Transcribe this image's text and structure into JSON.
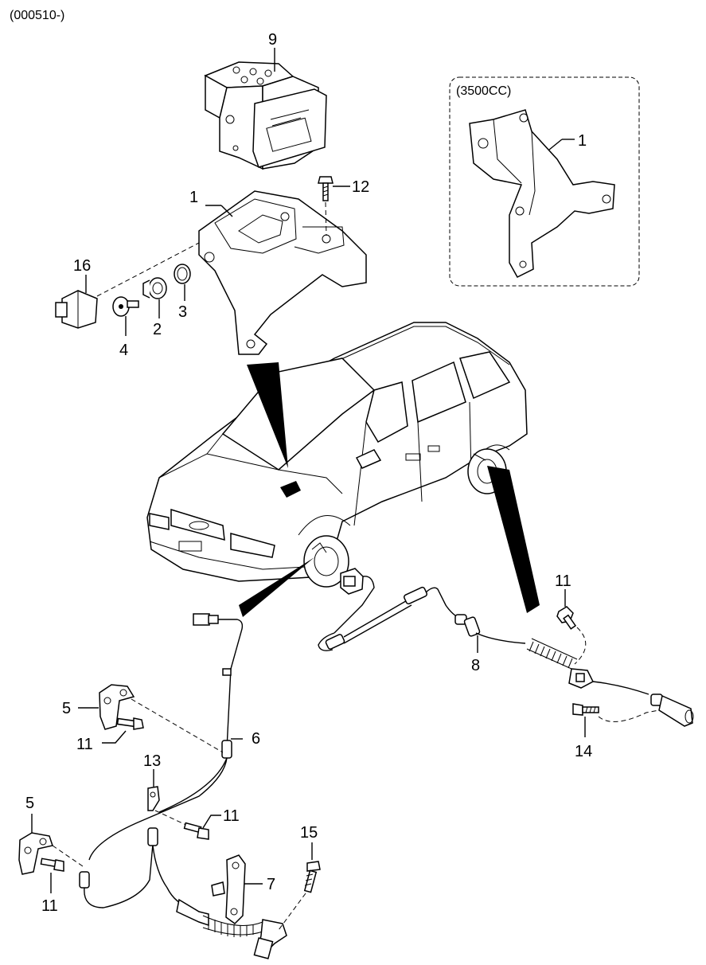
{
  "header": {
    "date_code": "(000510-)"
  },
  "inset": {
    "label": "(3500CC)"
  },
  "callouts": [
    {
      "id": "c9",
      "text": "9"
    },
    {
      "id": "c1a",
      "text": "1"
    },
    {
      "id": "c12",
      "text": "12"
    },
    {
      "id": "c16",
      "text": "16"
    },
    {
      "id": "c2",
      "text": "2"
    },
    {
      "id": "c3",
      "text": "3"
    },
    {
      "id": "c4",
      "text": "4"
    },
    {
      "id": "c1b",
      "text": "1"
    },
    {
      "id": "c11a",
      "text": "11"
    },
    {
      "id": "c8",
      "text": "8"
    },
    {
      "id": "c14",
      "text": "14"
    },
    {
      "id": "c5a",
      "text": "5"
    },
    {
      "id": "c11b",
      "text": "11"
    },
    {
      "id": "c6",
      "text": "6"
    },
    {
      "id": "c13",
      "text": "13"
    },
    {
      "id": "c11c",
      "text": "11"
    },
    {
      "id": "c5b",
      "text": "5"
    },
    {
      "id": "c15",
      "text": "15"
    },
    {
      "id": "c7",
      "text": "7"
    },
    {
      "id": "c11d",
      "text": "11"
    }
  ]
}
